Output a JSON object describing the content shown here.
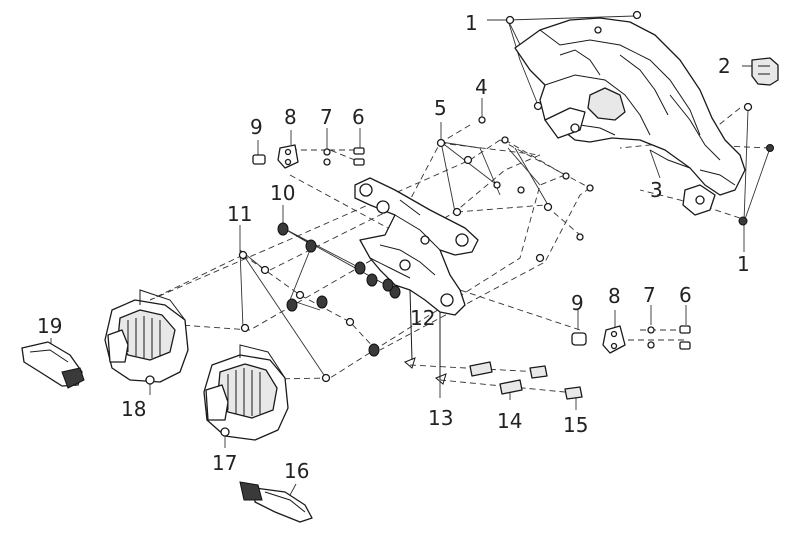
{
  "labels": {
    "p1a": "1",
    "p1b": "1",
    "p2": "2",
    "p3": "3",
    "p4": "4",
    "p5": "5",
    "p6a": "6",
    "p6b": "6",
    "p7a": "7",
    "p7b": "7",
    "p8a": "8",
    "p8b": "8",
    "p9a": "9",
    "p9b": "9",
    "p10": "10",
    "p11": "11",
    "p12": "12",
    "p13": "13",
    "p14": "14",
    "p15": "15",
    "p16": "16",
    "p17": "17",
    "p18": "18",
    "p19": "19"
  }
}
